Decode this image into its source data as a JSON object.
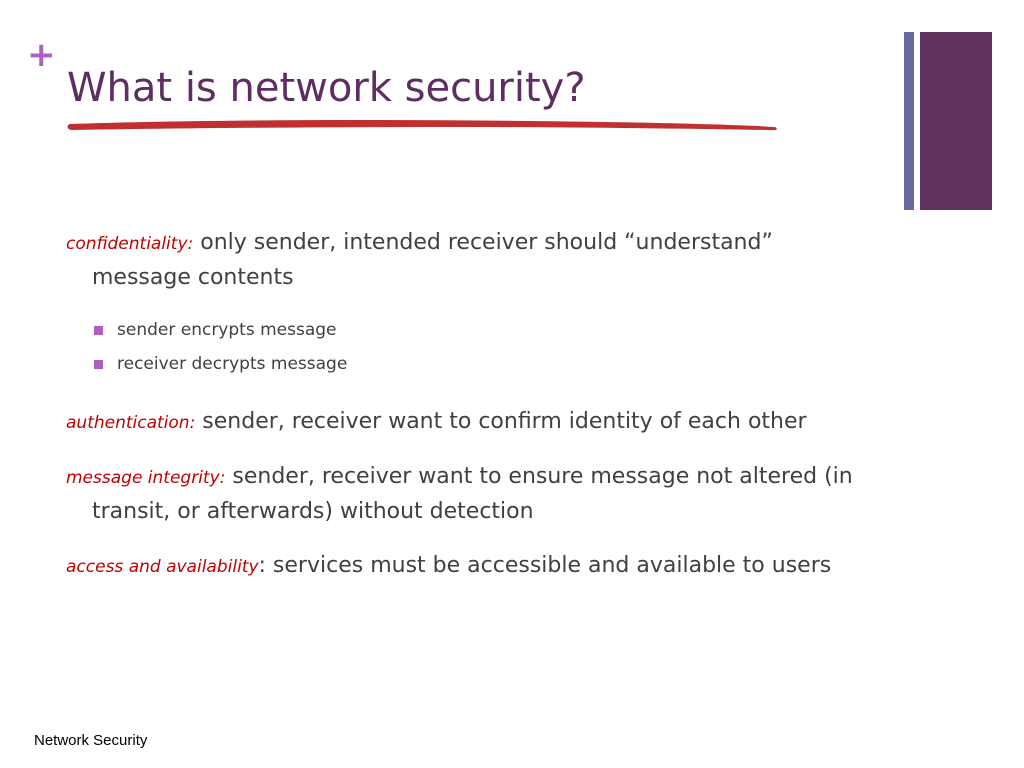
{
  "slide": {
    "title": "What is network security?",
    "points": [
      {
        "term": "confidentiality:",
        "text": " only sender, intended receiver should “understand”  message contents",
        "sub": [
          "sender encrypts message",
          "receiver decrypts message"
        ]
      },
      {
        "term": "authentication:",
        "text": " sender, receiver want to confirm identity of each other",
        "sub": []
      },
      {
        "term": "message integrity:",
        "text": " sender, receiver want to ensure message not altered (in transit, or afterwards) without detection",
        "sub": []
      },
      {
        "term": "access and availability",
        "text": ": services must be accessible and available to users",
        "sub": []
      }
    ],
    "footer": "Network Security"
  },
  "icons": {
    "corner": "plus-icon",
    "bullet": "square-bullet-icon"
  },
  "colors": {
    "title": "#5e2e63",
    "accent": "#b05ec0",
    "term": "#c00000",
    "underline": "#c03030",
    "bar_thin": "#6b68a0",
    "bar_thick": "#62325f",
    "body_text": "#404040"
  }
}
